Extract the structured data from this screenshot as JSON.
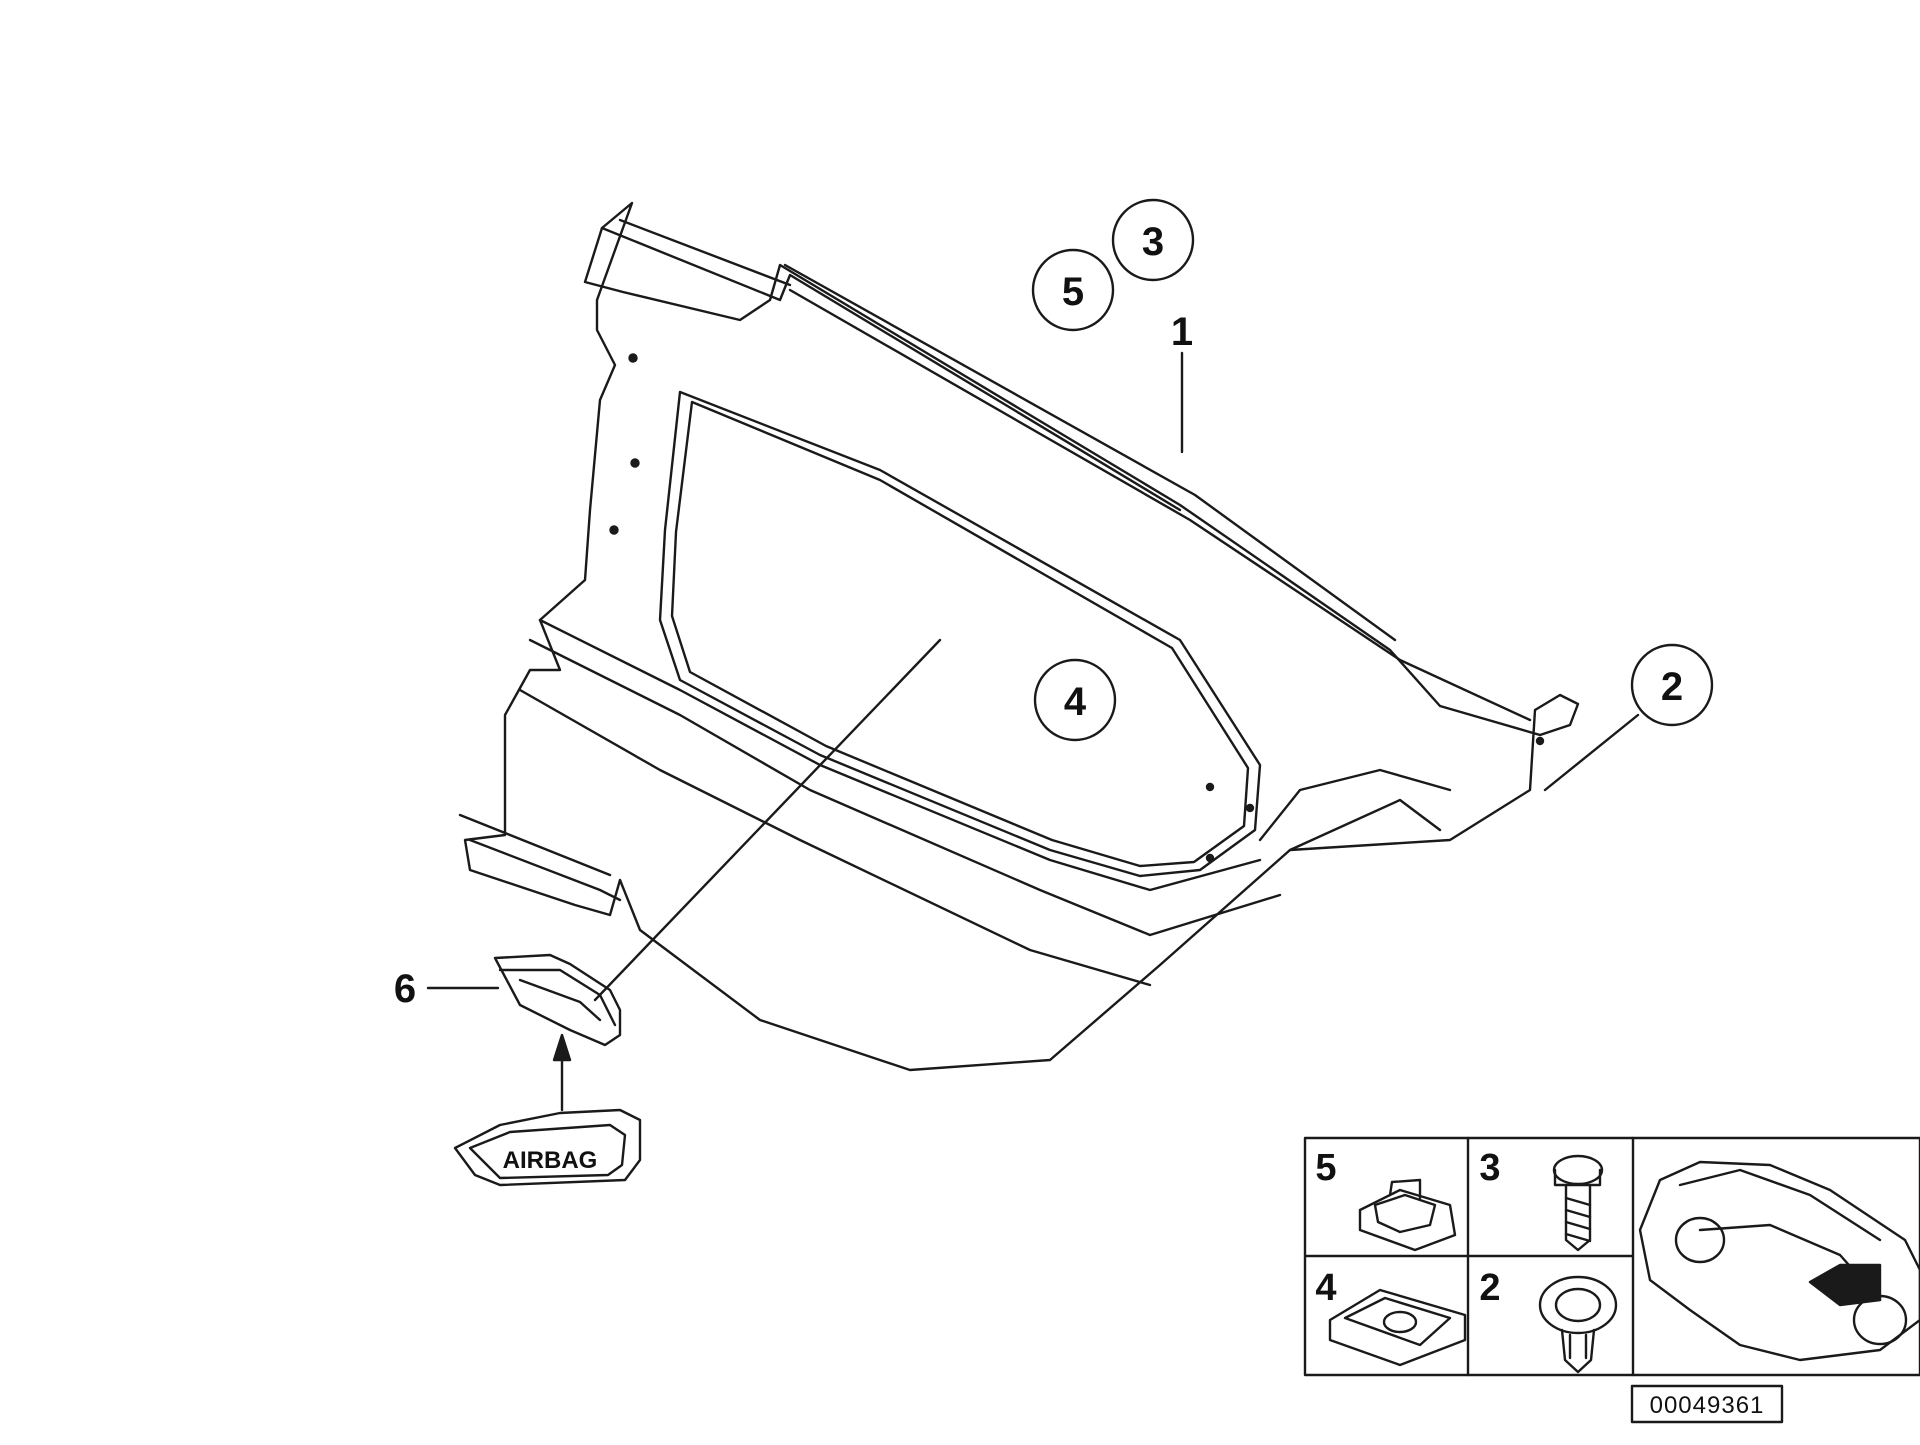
{
  "diagram": {
    "callouts": {
      "part1": "1",
      "part2": "2",
      "part3": "3",
      "part4": "4",
      "part5": "5",
      "part6": "6"
    },
    "airbag_label": "AIRBAG",
    "inset": {
      "cells": {
        "c5": "5",
        "c3": "3",
        "c4": "4",
        "c2": "2"
      }
    },
    "reference_number": "00049361"
  }
}
